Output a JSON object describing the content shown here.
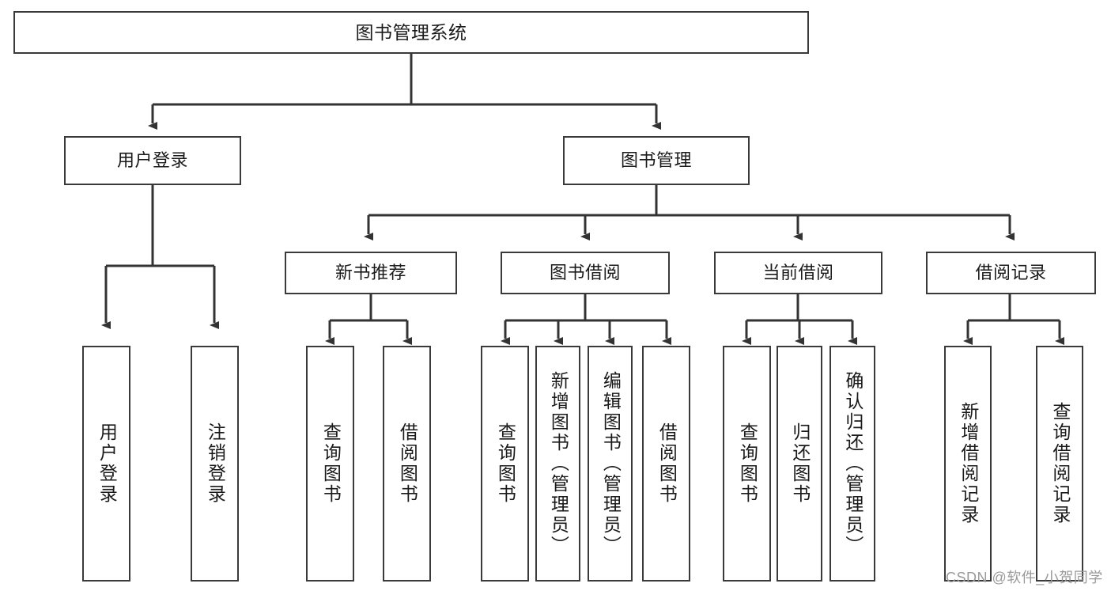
{
  "diagram": {
    "title": "图书管理系统",
    "type": "hierarchy-tree",
    "colors": {
      "box_border": "#3a3a3a",
      "box_fill": "#ffffff",
      "connector": "#333333",
      "text": "#1a1a1a",
      "watermark": "#9a9a9a"
    },
    "nodes": {
      "root": {
        "label": "图书管理系统",
        "level": 0
      },
      "user_login": {
        "label": "用户登录",
        "level": 1
      },
      "book_manage": {
        "label": "图书管理",
        "level": 1
      },
      "new_book_rec": {
        "label": "新书推荐",
        "level": 2
      },
      "book_borrow": {
        "label": "图书借阅",
        "level": 2
      },
      "current_borrow": {
        "label": "当前借阅",
        "level": 2
      },
      "borrow_record": {
        "label": "借阅记录",
        "level": 2
      },
      "leaf_user_login": {
        "label": "用户登录",
        "level": 3
      },
      "leaf_logout": {
        "label": "注销登录",
        "level": 3
      },
      "leaf_query_book_1": {
        "label": "查询图书",
        "level": 3
      },
      "leaf_borrow_book_1": {
        "label": "借阅图书",
        "level": 3
      },
      "leaf_query_book_2": {
        "label": "查询图书",
        "level": 3
      },
      "leaf_add_book": {
        "label": "新增图书（管理员）",
        "level": 3
      },
      "leaf_edit_book": {
        "label": "编辑图书（管理员）",
        "level": 3
      },
      "leaf_borrow_book_2": {
        "label": "借阅图书",
        "level": 3
      },
      "leaf_query_book_3": {
        "label": "查询图书",
        "level": 3
      },
      "leaf_return_book": {
        "label": "归还图书",
        "level": 3
      },
      "leaf_confirm_return": {
        "label": "确认归还（管理员）",
        "level": 3
      },
      "leaf_add_record": {
        "label": "新增借阅记录",
        "level": 3
      },
      "leaf_query_record": {
        "label": "查询借阅记录",
        "level": 3
      }
    },
    "edges": [
      {
        "from": "root",
        "to": "user_login"
      },
      {
        "from": "root",
        "to": "book_manage"
      },
      {
        "from": "book_manage",
        "to": "new_book_rec"
      },
      {
        "from": "book_manage",
        "to": "book_borrow"
      },
      {
        "from": "book_manage",
        "to": "current_borrow"
      },
      {
        "from": "book_manage",
        "to": "borrow_record"
      },
      {
        "from": "user_login",
        "to": "leaf_user_login"
      },
      {
        "from": "user_login",
        "to": "leaf_logout"
      },
      {
        "from": "new_book_rec",
        "to": "leaf_query_book_1"
      },
      {
        "from": "new_book_rec",
        "to": "leaf_borrow_book_1"
      },
      {
        "from": "book_borrow",
        "to": "leaf_query_book_2"
      },
      {
        "from": "book_borrow",
        "to": "leaf_add_book"
      },
      {
        "from": "book_borrow",
        "to": "leaf_edit_book"
      },
      {
        "from": "book_borrow",
        "to": "leaf_borrow_book_2"
      },
      {
        "from": "current_borrow",
        "to": "leaf_query_book_3"
      },
      {
        "from": "current_borrow",
        "to": "leaf_return_book"
      },
      {
        "from": "current_borrow",
        "to": "leaf_confirm_return"
      },
      {
        "from": "borrow_record",
        "to": "leaf_add_record"
      },
      {
        "from": "borrow_record",
        "to": "leaf_query_record"
      }
    ]
  },
  "watermark": {
    "text": "CSDN @软件_小贺同学"
  }
}
